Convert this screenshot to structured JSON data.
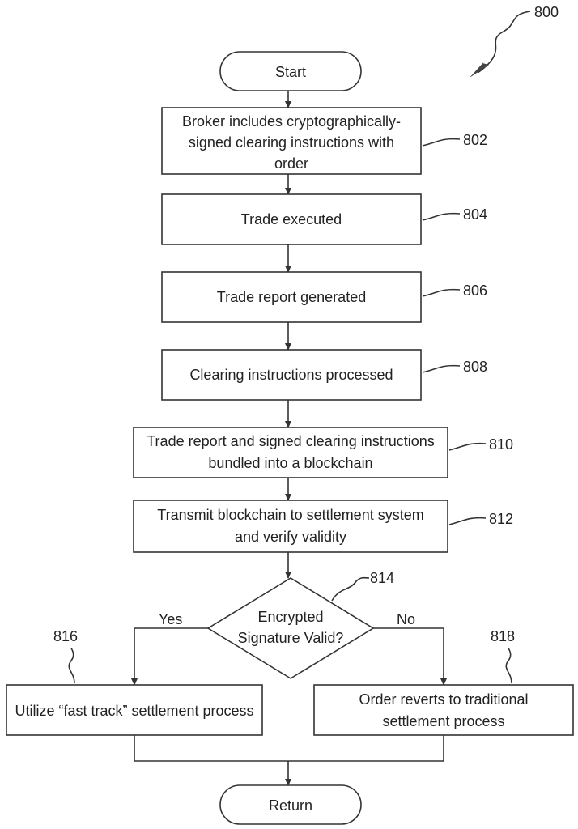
{
  "figure_number": "800",
  "nodes": {
    "start": {
      "lines": [
        "Start"
      ]
    },
    "n802": {
      "ref": "802",
      "lines": [
        "Broker includes cryptographically-",
        "signed clearing instructions with",
        "order"
      ]
    },
    "n804": {
      "ref": "804",
      "lines": [
        "Trade executed"
      ]
    },
    "n806": {
      "ref": "806",
      "lines": [
        "Trade report generated"
      ]
    },
    "n808": {
      "ref": "808",
      "lines": [
        "Clearing instructions processed"
      ]
    },
    "n810": {
      "ref": "810",
      "lines": [
        "Trade report and signed clearing instructions",
        "bundled into a blockchain"
      ]
    },
    "n812": {
      "ref": "812",
      "lines": [
        "Transmit blockchain to settlement system",
        "and verify validity"
      ]
    },
    "n814": {
      "ref": "814",
      "lines": [
        "Encrypted",
        "Signature Valid?"
      ]
    },
    "n816": {
      "ref": "816",
      "lines": [
        "Utilize “fast track” settlement process"
      ]
    },
    "n818": {
      "ref": "818",
      "lines": [
        "Order reverts to traditional",
        "settlement process"
      ]
    },
    "return": {
      "lines": [
        "Return"
      ]
    }
  },
  "branch_labels": {
    "yes": "Yes",
    "no": "No"
  }
}
